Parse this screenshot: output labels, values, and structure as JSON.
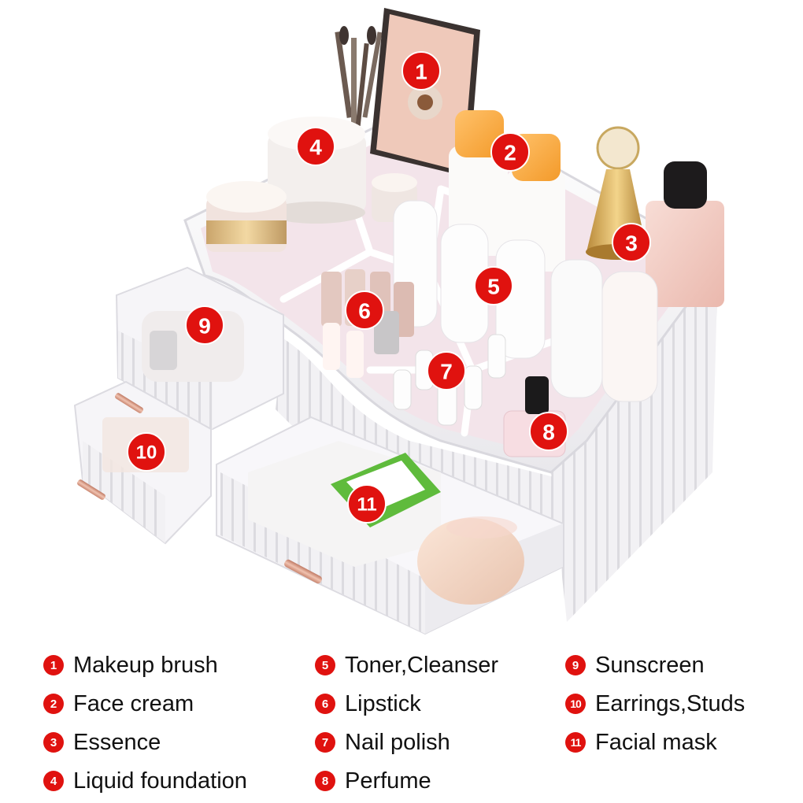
{
  "colors": {
    "badge": "#e0120f",
    "organizer": "#f7f6f8",
    "tray_inner": "#f0dfe6",
    "handle": "#d79a86"
  },
  "callouts": [
    {
      "num": "1"
    },
    {
      "num": "2"
    },
    {
      "num": "3"
    },
    {
      "num": "4"
    },
    {
      "num": "5"
    },
    {
      "num": "6"
    },
    {
      "num": "7"
    },
    {
      "num": "8"
    },
    {
      "num": "9"
    },
    {
      "num": "10"
    },
    {
      "num": "11"
    }
  ],
  "legend": [
    {
      "num": "1",
      "label": "Makeup brush"
    },
    {
      "num": "2",
      "label": "Face cream"
    },
    {
      "num": "3",
      "label": "Essence"
    },
    {
      "num": "4",
      "label": "Liquid foundation"
    },
    {
      "num": "5",
      "label": "Toner,Cleanser"
    },
    {
      "num": "6",
      "label": "Lipstick"
    },
    {
      "num": "7",
      "label": "Nail polish"
    },
    {
      "num": "8",
      "label": "Perfume"
    },
    {
      "num": "9",
      "label": "Sunscreen"
    },
    {
      "num": "10",
      "label": "Earrings,Studs"
    },
    {
      "num": "11",
      "label": "Facial mask"
    }
  ]
}
